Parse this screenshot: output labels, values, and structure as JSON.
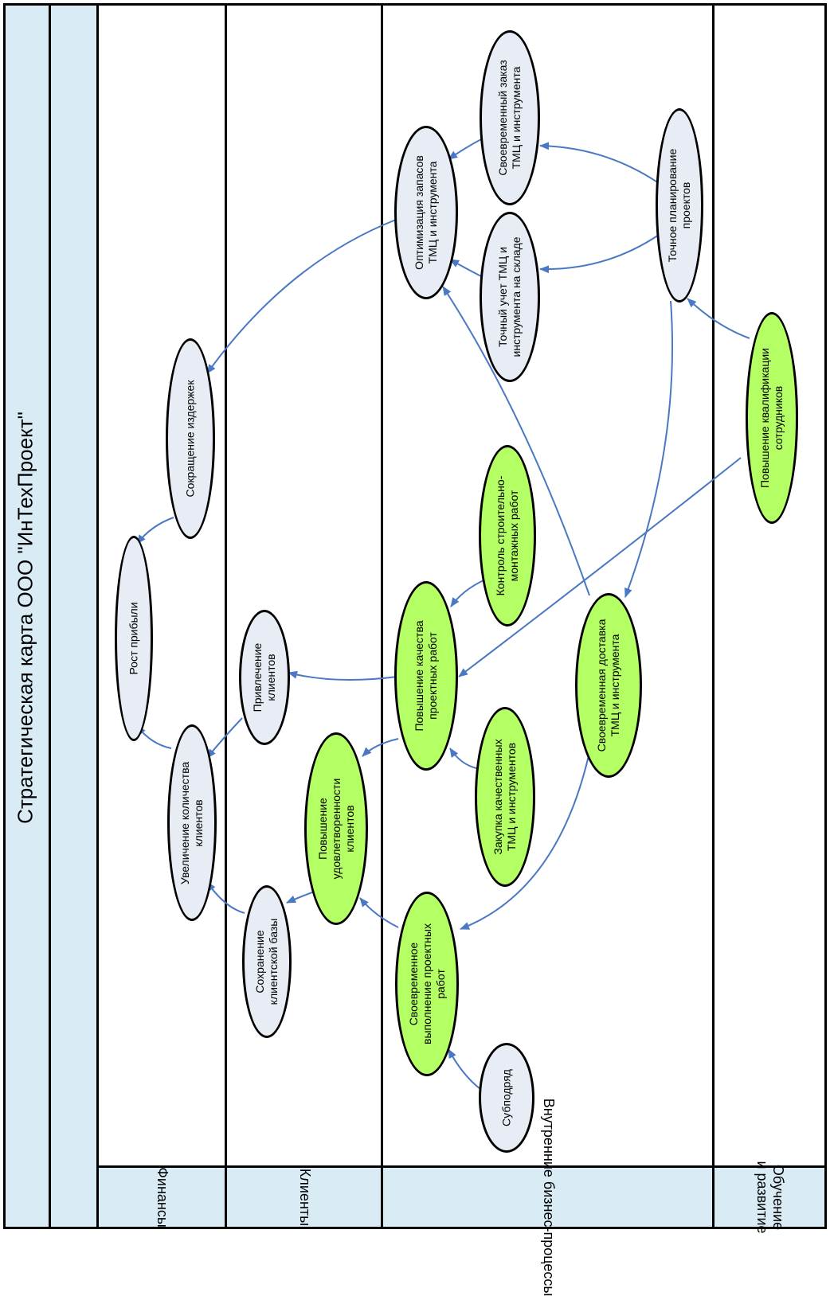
{
  "title": "Стратегическая карта ООО \"ИнТехПроект\"",
  "lanes": [
    {
      "label": "Финансы"
    },
    {
      "label": "Клиенты"
    },
    {
      "label": "Внутренние бизнес-процессы"
    },
    {
      "label": "Обучение\nи развитие"
    }
  ],
  "colors": {
    "lane_header_fill": "#d9ecf6",
    "grey_node_fill": "#e8edf5",
    "green_node_fill": "#b4ff64",
    "connector": "#4a78c2"
  },
  "nodes": {
    "rost_pribyli": "Рост прибыли",
    "sokrashchenie_izderzhek": "Сокращение издержек",
    "uvelichenie_kolichestva": "Увеличение количества\nклиентов",
    "privlechenie_klientov": "Привлечение\nклиентов",
    "sohranenie_bazy": "Сохранение\nклиентской базы",
    "udovletvorennost": "Повышение\nудовлетворенности\nклиентов",
    "optimizaciya_zapasov": "Оптимизация запасов\nТМЦ и инструмента",
    "kachestvo_rabot": "Повышение качества\nпроектных работ",
    "svoevremennoe_vypolnenie": "Своевременное\nвыполнение проектных\nработ",
    "svoevremenny_zakaz": "Своевременный заказ\nТМЦ и инструмента",
    "tochny_uchet": "Точный учет ТМЦ и\nинструмента на складе",
    "kontrol_rabot": "Контроль строительно-\nмонтажных работ",
    "zakupka": "Закупка качественных\nТМЦ и инструментов",
    "subpodryad": "Субподряд",
    "svoevremennaya_dostavka": "Своевременная доставка\nТМЦ и инструмента",
    "tochnoe_planirovanie": "Точное планирование\nпроектов",
    "kvalifikaciya": "Повышение квалификации\nсотрудников"
  }
}
